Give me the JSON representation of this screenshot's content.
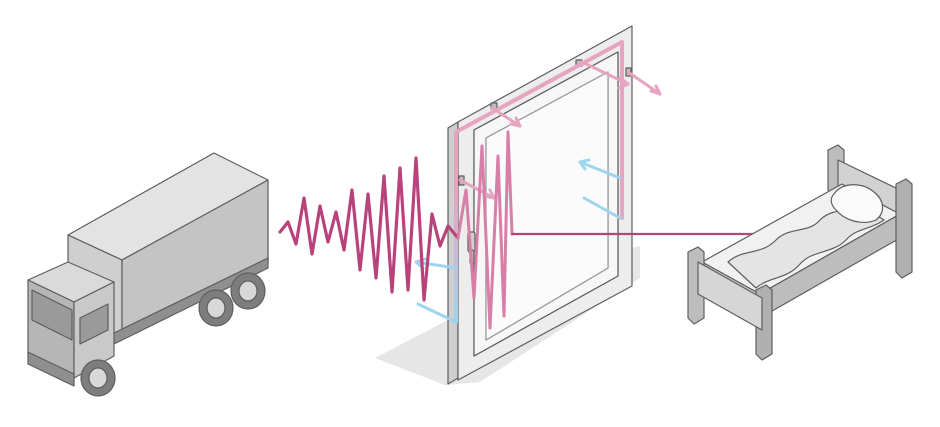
{
  "diagram": {
    "elements": [
      "truck-icon",
      "sound-wave",
      "window-frame",
      "ventilation-arrows",
      "bed-icon"
    ]
  },
  "colors": {
    "background": "#ffffff",
    "wave": "#b8437a",
    "wave_inside": "#d77fa8",
    "air_warm": "#e7a4c0",
    "air_cool": "#9fd4ee",
    "grey_light": "#d8d8d8",
    "grey_mid": "#bdbdbd",
    "grey_dark": "#8f8f8f",
    "outline": "#5e5e5e",
    "shadow": "#e6e6e6"
  }
}
